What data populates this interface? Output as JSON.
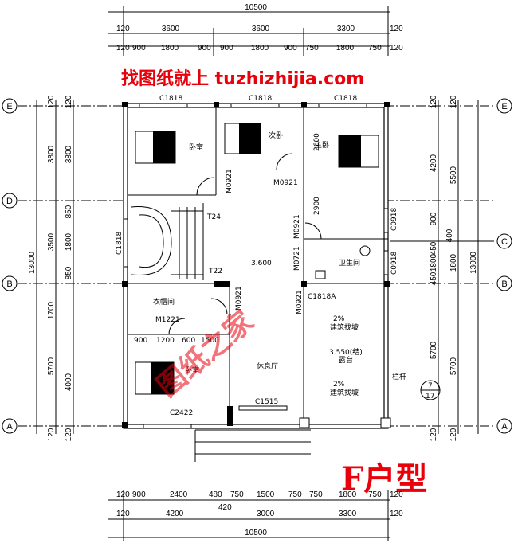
{
  "watermark_top": "找图纸就上 tuzhizhijia.com",
  "watermark_diag": "图纸之家",
  "plan_title": "F户型",
  "axes_h": [
    "E",
    "D",
    "C",
    "B",
    "A"
  ],
  "dims_top": {
    "total": "10500",
    "row2": [
      "120",
      "3600",
      "3600",
      "3300",
      "120"
    ],
    "row3": [
      "120",
      "900",
      "1800",
      "900",
      "900",
      "1800",
      "900",
      "750",
      "1800",
      "750",
      "120"
    ]
  },
  "dims_bottom": {
    "total": "10500",
    "row2": [
      "120",
      "4200",
      "3000",
      "3300",
      "120"
    ],
    "row1": [
      "120",
      "900",
      "2400",
      "480",
      "750",
      "1500",
      "750",
      "750",
      "1800",
      "750",
      "120"
    ],
    "extra": "420"
  },
  "dims_left": {
    "outer": "13000",
    "mid": [
      "120",
      "3800",
      "3500",
      "1700",
      "5700",
      "120"
    ],
    "inner": [
      "120",
      "3800",
      "850",
      "1800",
      "850",
      "4000",
      "120"
    ]
  },
  "dims_right": {
    "outer": "13000",
    "mid": [
      "120",
      "5500",
      "1800",
      "5700",
      "120"
    ],
    "inner": [
      "120",
      "4200",
      "900",
      "400",
      "450",
      "1800",
      "450",
      "5700",
      "120"
    ]
  },
  "rooms": {
    "bed1": "卧室",
    "bed2": "次卧",
    "master": "主卧",
    "lounge": "休息厅",
    "bath": "卫生间",
    "closet": "衣帽间",
    "bed3": "卧室",
    "balcony": "露台"
  },
  "labels": {
    "c1818_a": "C1818",
    "c1818_b": "C1818",
    "c1818_c": "C1818",
    "m0921_a": "M0921",
    "m0921_b": "M0921",
    "m0921_c": "M0921",
    "m0921_d": "M0921",
    "m0921_e": "M0921",
    "m0721": "M0721",
    "c0918_a": "C0918",
    "c0918_b": "C0918",
    "c1818_side": "C1818",
    "c1818a": "C1818A",
    "m1221": "M1221",
    "c2422": "C2422",
    "c1515": "C1515",
    "t24": "T24",
    "t22": "T22",
    "elev_360": "3.600",
    "elev_355": "3.550(结)",
    "slope1": "2%",
    "slope2": "2%",
    "slope_txt1": "建筑找坡",
    "slope_txt2": "建筑找坡",
    "railing": "栏杆",
    "detail_top": "7",
    "detail_bot": "17",
    "d2600": "2600",
    "d2900": "2900",
    "d900": "900",
    "d1200": "1200",
    "d600": "600",
    "d1500": "1500"
  }
}
